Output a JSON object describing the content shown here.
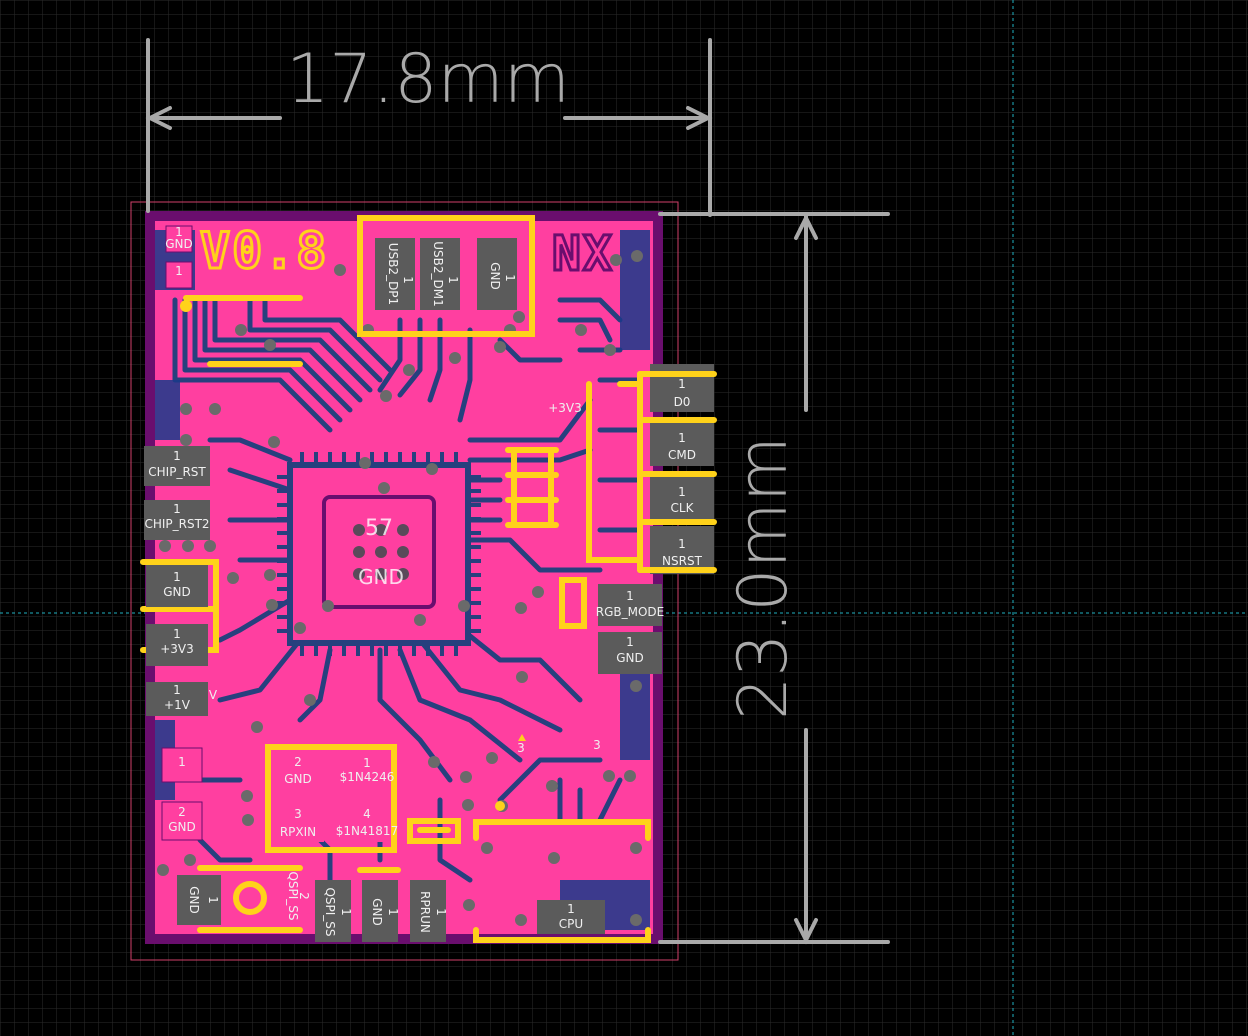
{
  "dimensions": {
    "width": "17.8mm",
    "height": "23.0mm"
  },
  "silkscreen": {
    "version": "V0.8",
    "mark": "NX",
    "chip_pad_number": "57",
    "chip_pad_label": "GND"
  },
  "edge_pads": {
    "top": [
      {
        "number": "1",
        "label": "USB2_DP1"
      },
      {
        "number": "1",
        "label": "USB2_DM1"
      },
      {
        "number": "1",
        "label": "GND"
      }
    ],
    "top_left": [
      {
        "number": "1",
        "label": "GND"
      },
      {
        "number": "1",
        "label": ""
      }
    ],
    "right": [
      {
        "number": "1",
        "label": "D0"
      },
      {
        "number": "1",
        "label": "CMD"
      },
      {
        "number": "1",
        "label": "CLK"
      },
      {
        "number": "1",
        "label": "NSRST"
      }
    ],
    "right_lower": [
      {
        "number": "1",
        "label": "RGB_MODE"
      },
      {
        "number": "1",
        "label": "GND"
      }
    ],
    "left": [
      {
        "number": "1",
        "label": "CHIP_RST"
      },
      {
        "number": "1",
        "label": "CHIP_RST2"
      },
      {
        "number": "1",
        "label": "GND"
      },
      {
        "number": "1",
        "label": "+3V3"
      },
      {
        "number": "1",
        "label": "+1V"
      }
    ],
    "left_lower": [
      {
        "number": "1",
        "label": ""
      },
      {
        "number": "2",
        "label": "GND"
      }
    ],
    "bottom": [
      {
        "number": "1",
        "label": "GND"
      },
      {
        "number": "2",
        "label": "QSPI_SS"
      },
      {
        "number": "1",
        "label": "QSPI_SS"
      },
      {
        "number": "1",
        "label": "GND"
      },
      {
        "number": "1",
        "label": "RPRUN"
      },
      {
        "number": "1",
        "label": "CPU"
      }
    ]
  },
  "diode_block": [
    {
      "number": "2",
      "label": "GND"
    },
    {
      "number": "1",
      "label": "$1N4246"
    },
    {
      "number": "3",
      "label": "RPXIN"
    },
    {
      "number": "4",
      "label": "$1N41817"
    }
  ],
  "small_labels": {
    "plus3v3": "+3V3",
    "three_a": "3",
    "three_b": "3",
    "v": "V"
  },
  "colors": {
    "background": "#000000",
    "grid": "#2c2c2c",
    "board_outline": "#6a0e6e",
    "copper": "#ff3fa0",
    "copper_dark": "#1a3a8a",
    "trace": "#27407e",
    "silkscreen": "#ffd21a",
    "pad": "#5b5b5b",
    "dimension": "#a9a9a9",
    "crosshair": "#1fb0c0"
  }
}
